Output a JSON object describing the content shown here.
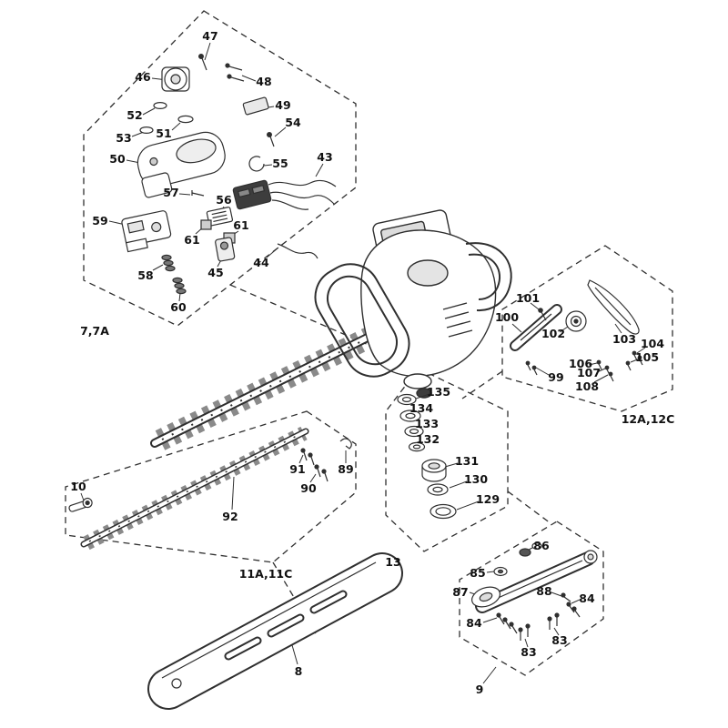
{
  "diagram": {
    "colors": {
      "ink": "#2f2f2f",
      "background": "#ffffff",
      "teeth": "#8a8a8a",
      "dark_fill": "#3d3d3d"
    },
    "groups": [
      {
        "label": "7,7A",
        "parts": [
          "43",
          "44",
          "45",
          "46",
          "47",
          "48",
          "49",
          "50",
          "51",
          "52",
          "53",
          "54",
          "55",
          "56",
          "57",
          "58",
          "59",
          "60",
          "61",
          "61"
        ]
      },
      {
        "label": "12A,12C",
        "parts": [
          "99",
          "100",
          "101",
          "102",
          "103",
          "104",
          "105",
          "106",
          "107",
          "108"
        ]
      },
      {
        "label": "13",
        "parts": [
          "129",
          "130",
          "131",
          "132",
          "133",
          "134",
          "135"
        ]
      },
      {
        "label": "11A,11C",
        "parts": [
          "10",
          "89",
          "90",
          "91",
          "92"
        ]
      },
      {
        "label": "9",
        "parts": [
          "83",
          "83",
          "84",
          "84",
          "85",
          "86",
          "87",
          "88"
        ]
      },
      {
        "label": "8",
        "parts": [
          "8"
        ]
      }
    ],
    "labels": [
      {
        "text": "47"
      },
      {
        "text": "46"
      },
      {
        "text": "48"
      },
      {
        "text": "52"
      },
      {
        "text": "49"
      },
      {
        "text": "53"
      },
      {
        "text": "51"
      },
      {
        "text": "54"
      },
      {
        "text": "50"
      },
      {
        "text": "55"
      },
      {
        "text": "43"
      },
      {
        "text": "57"
      },
      {
        "text": "56"
      },
      {
        "text": "59"
      },
      {
        "text": "61"
      },
      {
        "text": "61"
      },
      {
        "text": "45"
      },
      {
        "text": "44"
      },
      {
        "text": "58"
      },
      {
        "text": "60"
      },
      {
        "text": "7,7A"
      },
      {
        "text": "101"
      },
      {
        "text": "100"
      },
      {
        "text": "102"
      },
      {
        "text": "103"
      },
      {
        "text": "104"
      },
      {
        "text": "105"
      },
      {
        "text": "106"
      },
      {
        "text": "107"
      },
      {
        "text": "108"
      },
      {
        "text": "99"
      },
      {
        "text": "12A,12C"
      },
      {
        "text": "135"
      },
      {
        "text": "134"
      },
      {
        "text": "133"
      },
      {
        "text": "132"
      },
      {
        "text": "131"
      },
      {
        "text": "130"
      },
      {
        "text": "129"
      },
      {
        "text": "13"
      },
      {
        "text": "10"
      },
      {
        "text": "91"
      },
      {
        "text": "89"
      },
      {
        "text": "90"
      },
      {
        "text": "92"
      },
      {
        "text": "11A,11C"
      },
      {
        "text": "86"
      },
      {
        "text": "85"
      },
      {
        "text": "87"
      },
      {
        "text": "88"
      },
      {
        "text": "84"
      },
      {
        "text": "84"
      },
      {
        "text": "83"
      },
      {
        "text": "83"
      },
      {
        "text": "9"
      },
      {
        "text": "8"
      }
    ]
  }
}
